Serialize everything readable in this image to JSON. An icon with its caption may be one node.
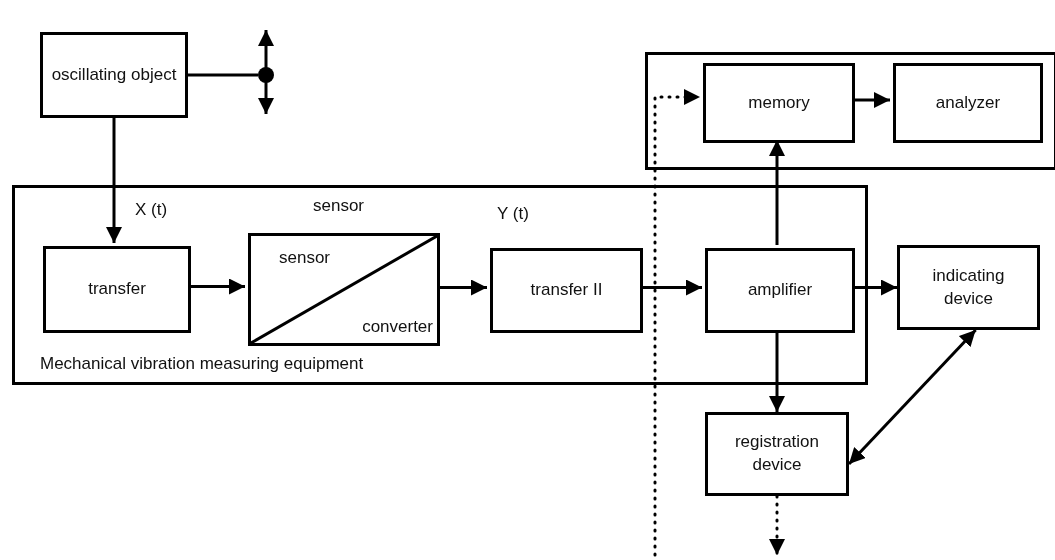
{
  "diagram": {
    "nodes": [
      {
        "text": [
          "oscillating object"
        ]
      },
      {
        "text": [],
        "shape": "box"
      },
      {
        "text": [
          "memory"
        ],
        "in": 1
      },
      {
        "text": [
          "analyzer"
        ],
        "in": 1
      },
      {
        "text": [
          "Mechanical vibration measuring equipment"
        ]
      },
      {
        "text": [
          "transfer"
        ],
        "in": 4
      },
      {
        "text": [
          "sensor",
          "sensor",
          "converter"
        ],
        "in": 4
      },
      {
        "text": [
          "transfer II"
        ],
        "in": 4
      },
      {
        "text": [
          "amplifier"
        ],
        "in": 4
      },
      {
        "text": [
          "indicating device"
        ]
      },
      {
        "text": [
          "registration device"
        ]
      },
      {
        "text": [],
        "shape": "circle"
      }
    ],
    "edges": [
      {
        "from": 0,
        "to": 5,
        "arrow": "to"
      },
      {
        "from": 0,
        "to": 11,
        "arrow": "none"
      },
      {
        "from": 5,
        "to": 6,
        "arrow": "to"
      },
      {
        "from": 6,
        "to": 7,
        "arrow": "to"
      },
      {
        "from": 7,
        "to": 8,
        "arrow": "to"
      },
      {
        "from": 8,
        "to": 2,
        "arrow": "to"
      },
      {
        "from": 2,
        "to": 3,
        "arrow": "to"
      },
      {
        "from": 8,
        "to": 9,
        "arrow": "to"
      },
      {
        "from": 8,
        "to": 10,
        "arrow": "to"
      },
      {
        "from": 9,
        "to": 10,
        "arrow": "both"
      },
      {
        "from": null,
        "to": 2,
        "arrow": "to",
        "style": "dashed"
      },
      {
        "from": 10,
        "to": null,
        "arrow": "to",
        "style": "dashed"
      }
    ],
    "labels": [
      "X (t)",
      "Y (t)"
    ]
  }
}
